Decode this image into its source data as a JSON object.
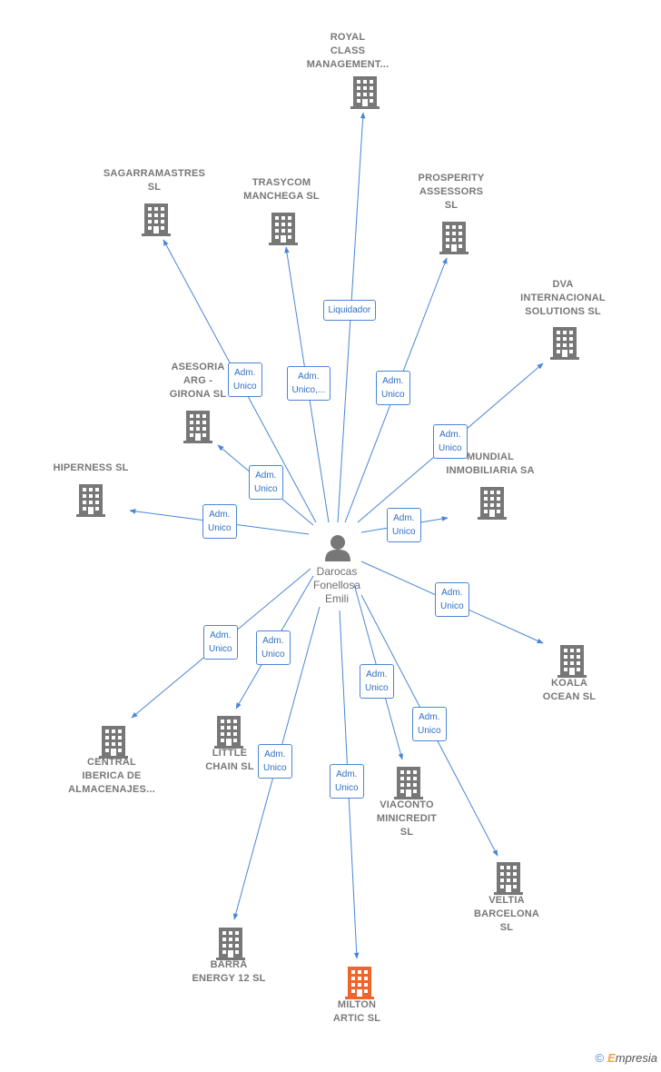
{
  "colors": {
    "edge": "#4a86d6",
    "building": "#777777",
    "building_highlight": "#f0642d",
    "person": "#777777"
  },
  "person": {
    "name": "Darocas\nFonellosa\nEmili",
    "icon": "person-icon"
  },
  "companies": [
    {
      "id": "royal",
      "label": "ROYAL\nCLASS\nMANAGEMENT..."
    },
    {
      "id": "sagarramastres",
      "label": "SAGARRAMASTRES\nSL"
    },
    {
      "id": "trasycom",
      "label": "TRASYCOM\nMANCHEGA  SL"
    },
    {
      "id": "prosperity",
      "label": "PROSPERITY\nASSESSORS\nSL"
    },
    {
      "id": "dva",
      "label": "DVA\nINTERNACIONAL\nSOLUTIONS  SL"
    },
    {
      "id": "asesoria",
      "label": "ASESORIA\nARG -\nGIRONA  SL"
    },
    {
      "id": "hiperness",
      "label": "HIPERNESS  SL"
    },
    {
      "id": "mundial",
      "label": "MUNDIAL\nINMOBILIARIA SA"
    },
    {
      "id": "koala",
      "label": "KOALA\nOCEAN  SL"
    },
    {
      "id": "central",
      "label": "CENTRAL\nIBERICA DE\nALMACENAJES..."
    },
    {
      "id": "little",
      "label": "LITTLE\nCHAIN  SL"
    },
    {
      "id": "viaconto",
      "label": "VIACONTO\nMINICREDIT\nSL"
    },
    {
      "id": "veltia",
      "label": "VELTIA\nBARCELONA\nSL"
    },
    {
      "id": "barra",
      "label": "BARRA\nENERGY 12  SL"
    },
    {
      "id": "milton",
      "label": "MILTON\nARTIC  SL",
      "highlight": true
    }
  ],
  "edges": [
    {
      "to": "royal",
      "label": "Liquidador"
    },
    {
      "to": "sagarramastres",
      "label": "Adm.\nUnico"
    },
    {
      "to": "trasycom",
      "label": "Adm.\nUnico,..."
    },
    {
      "to": "prosperity",
      "label": "Adm.\nUnico"
    },
    {
      "to": "dva",
      "label": "Adm.\nUnico"
    },
    {
      "to": "asesoria",
      "label": "Adm.\nUnico"
    },
    {
      "to": "hiperness",
      "label": "Adm.\nUnico"
    },
    {
      "to": "mundial",
      "label": "Adm.\nUnico"
    },
    {
      "to": "koala",
      "label": "Adm.\nUnico"
    },
    {
      "to": "central",
      "label": "Adm.\nUnico"
    },
    {
      "to": "little",
      "label": "Adm.\nUnico"
    },
    {
      "to": "viaconto",
      "label": "Adm.\nUnico"
    },
    {
      "to": "veltia",
      "label": "Adm.\nUnico"
    },
    {
      "to": "barra",
      "label": "Adm.\nUnico"
    },
    {
      "to": "milton",
      "label": "Adm.\nUnico"
    }
  ],
  "copyright": {
    "symbol": "©",
    "brand_initial": "E",
    "brand_rest": "mpresia"
  }
}
